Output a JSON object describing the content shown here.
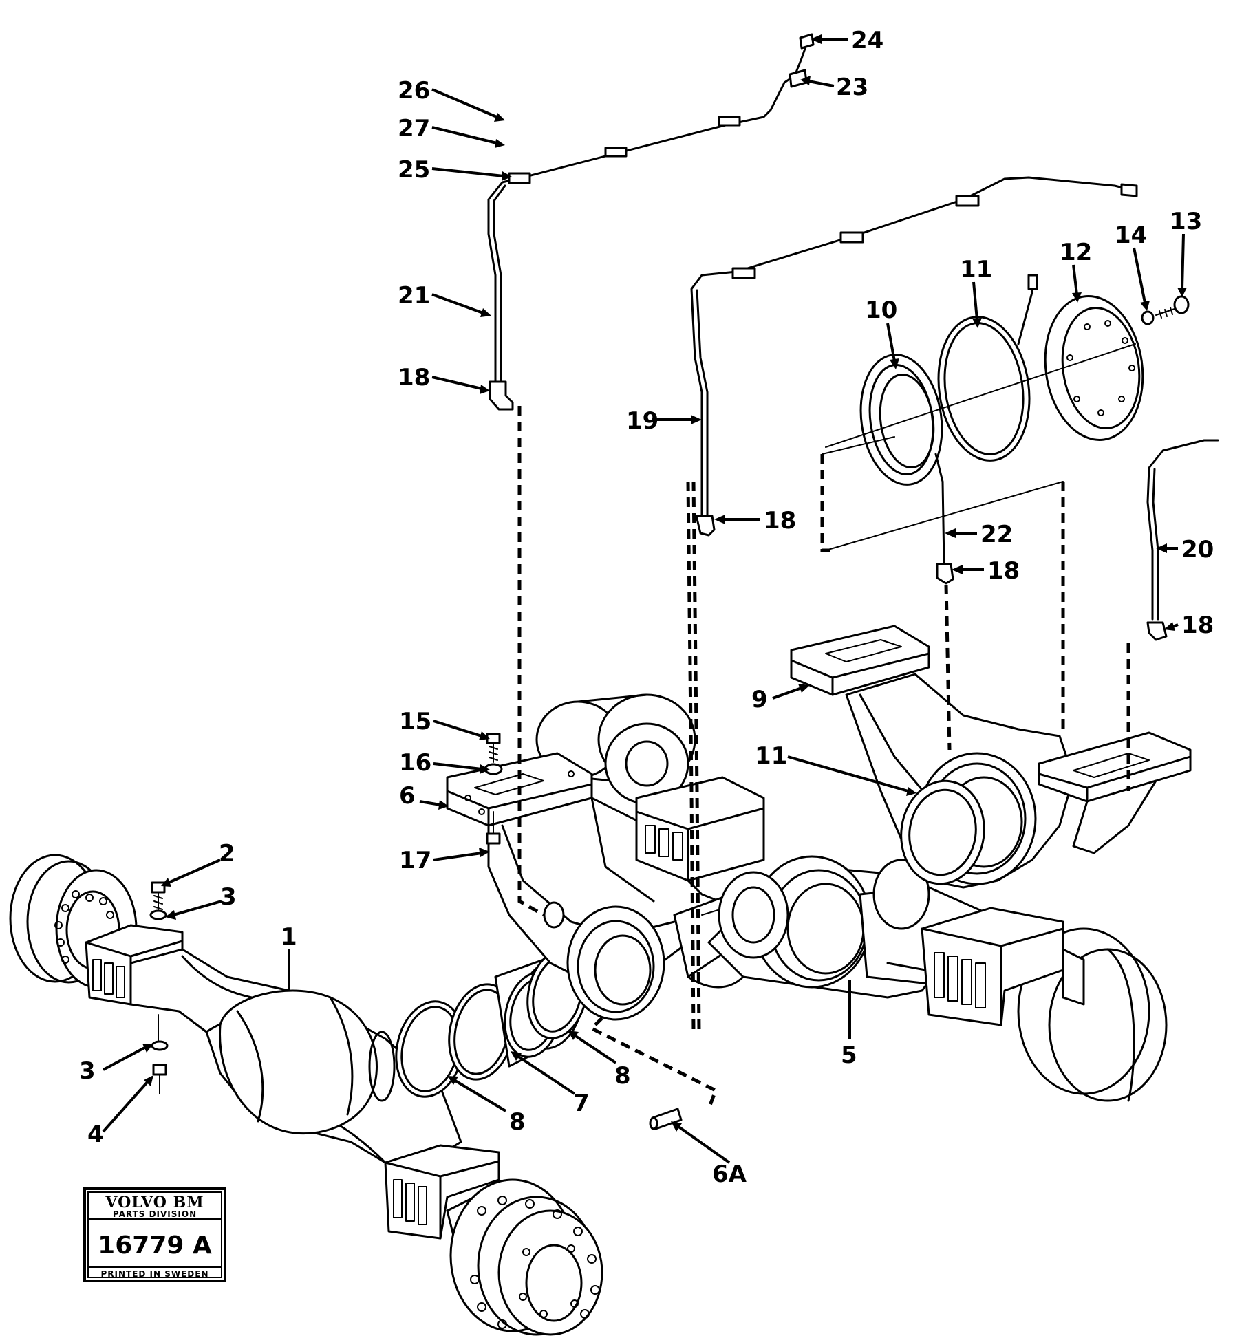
{
  "callouts": {
    "c1": "1",
    "c2": "2",
    "c3a": "3",
    "c3b": "3",
    "c4": "4",
    "c5": "5",
    "c6": "6",
    "c6a": "6A",
    "c7": "7",
    "c8a": "8",
    "c8b": "8",
    "c9": "9",
    "c10": "10",
    "c11a": "11",
    "c11b": "11",
    "c12": "12",
    "c13": "13",
    "c14": "14",
    "c15": "15",
    "c16": "16",
    "c17": "17",
    "c18a": "18",
    "c18b": "18",
    "c18c": "18",
    "c18d": "18",
    "c19": "19",
    "c20": "20",
    "c21": "21",
    "c22": "22",
    "c23": "23",
    "c24": "24",
    "c25": "25",
    "c26": "26",
    "c27": "27"
  },
  "stamp": {
    "brand": "VOLVO BM",
    "division": "PARTS DIVISION",
    "number": "16779 A",
    "printed": "PRINTED IN SWEDEN"
  }
}
